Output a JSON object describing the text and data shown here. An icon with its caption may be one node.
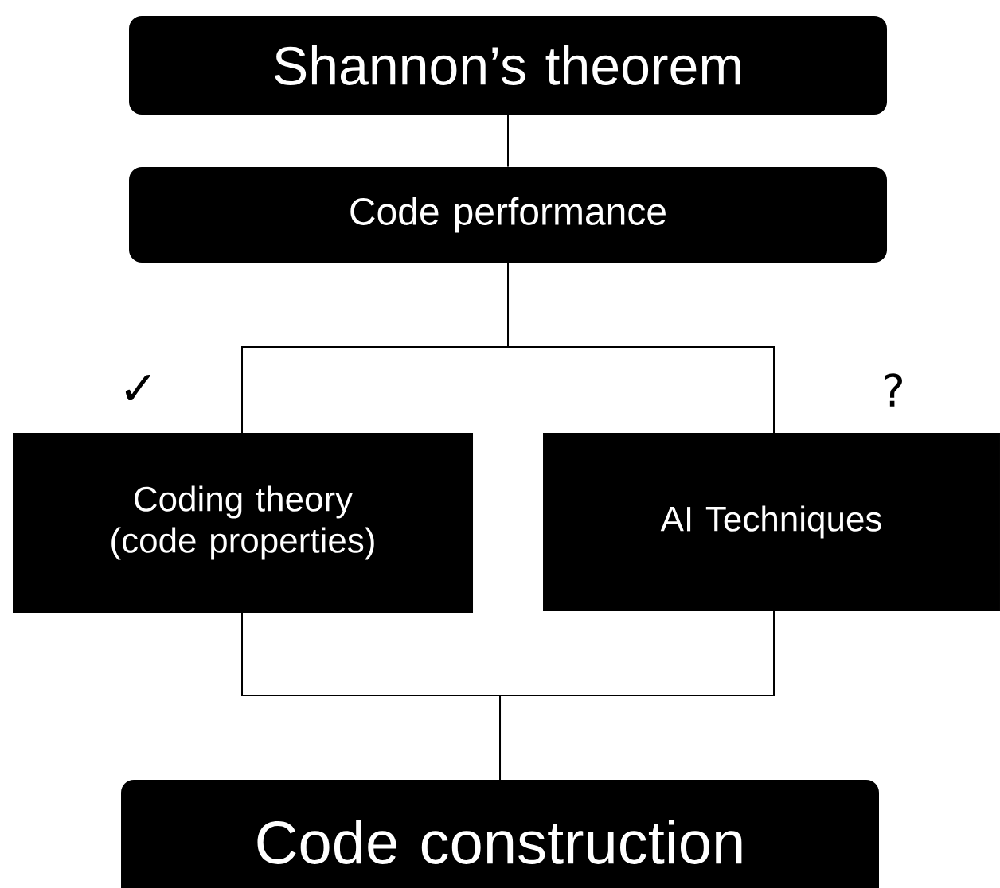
{
  "diagram": {
    "nodes": [
      {
        "text": [
          "Shannon’s theorem"
        ]
      },
      {
        "text": [
          "Code performance"
        ]
      },
      {
        "text": [
          "Coding theory (code properties)"
        ]
      },
      {
        "text": [
          "AI Techniques"
        ]
      },
      {
        "text": [
          "Code construction"
        ]
      }
    ],
    "edges": [
      {
        "from": 0,
        "to": 1,
        "arrow": "none"
      },
      {
        "from": 1,
        "to": 2,
        "arrow": "none"
      },
      {
        "from": 1,
        "to": 3,
        "arrow": "none"
      },
      {
        "from": 2,
        "to": 4,
        "arrow": "none"
      },
      {
        "from": 3,
        "to": 4,
        "arrow": "none"
      }
    ],
    "labels": [
      "✓",
      "?"
    ]
  }
}
